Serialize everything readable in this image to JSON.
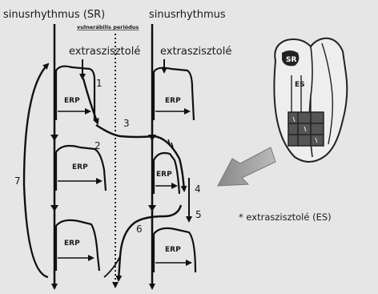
{
  "labels": {
    "sinus_left": "sinusrhythmus (SR)",
    "sinus_right": "sinusrhythmus",
    "vulnerable_period": "vulnerábilis periódus",
    "extra_left": "extraszisztolé",
    "extra_right": "extraszisztolé",
    "legend": "* extraszisztolé (ES)",
    "erp": "ERP",
    "erp_short": "ERP",
    "heart_sr": "SR",
    "heart_es": "ES"
  },
  "steps": [
    "1",
    "2",
    "3",
    "4",
    "5",
    "6",
    "7"
  ]
}
